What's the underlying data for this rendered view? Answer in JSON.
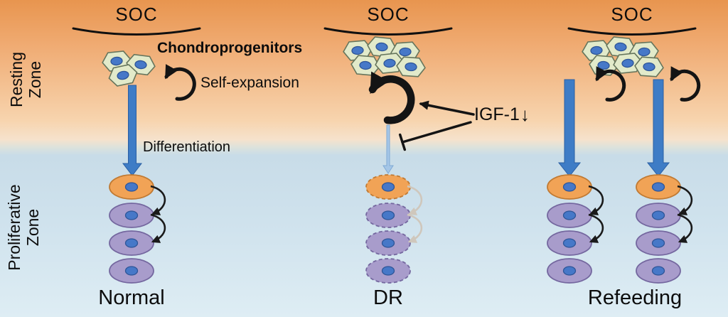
{
  "zones": {
    "resting": {
      "line1": "Resting",
      "line2": "Zone"
    },
    "proliferative": {
      "line1": "Proliferative",
      "line2": "Zone"
    }
  },
  "panels": {
    "normal": {
      "soc": "SOC",
      "label": "Normal"
    },
    "dr": {
      "soc": "SOC",
      "label": "DR"
    },
    "refeeding": {
      "soc": "SOC",
      "label": "Refeeding"
    }
  },
  "annotations": {
    "chondroprogenitors": "Chondroprogenitors",
    "self_expansion": "Self-expansion",
    "differentiation": "Differentiation",
    "igf1_label": "IGF-1",
    "igf1_down_arrow": "↓"
  },
  "colors": {
    "resting_zone_top": "#E8954F",
    "resting_zone_bottom": "#F6E2CC",
    "proliferative_zone": "#CDE0EB",
    "progenitor_cell_green": "#E2EACA",
    "nucleus_blue": "#4678C8",
    "orange_cell": "#F1A356",
    "purple_cell": "#A89CCB",
    "differentiation_arrow_blue": "#3E7CC6",
    "faint_arrow_blue": "#A4C6E7",
    "faded_arrow_gray": "#CFC7BC",
    "arrow_black": "#141414"
  }
}
